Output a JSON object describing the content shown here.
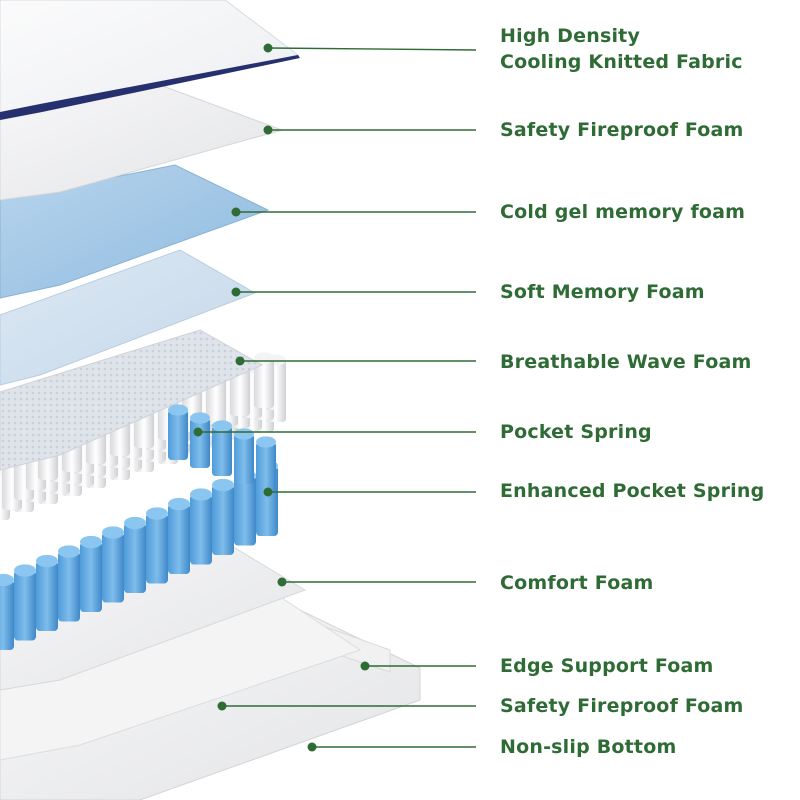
{
  "diagram": {
    "accent_color": "#2f6b35",
    "line_color": "#2f6b35",
    "layers": [
      {
        "id": "fabric",
        "label": [
          "High Density",
          "Cooling Knitted Fabric"
        ]
      },
      {
        "id": "fireproof-top",
        "label": [
          "Safety Fireproof Foam"
        ]
      },
      {
        "id": "gel",
        "label": [
          "Cold gel memory foam"
        ]
      },
      {
        "id": "soft",
        "label": [
          "Soft Memory Foam"
        ]
      },
      {
        "id": "wave",
        "label": [
          "Breathable Wave Foam"
        ]
      },
      {
        "id": "pocket",
        "label": [
          "Pocket Spring"
        ]
      },
      {
        "id": "enhanced",
        "label": [
          "Enhanced Pocket Spring"
        ]
      },
      {
        "id": "comfort",
        "label": [
          "Comfort Foam"
        ]
      },
      {
        "id": "edge",
        "label": [
          "Edge Support Foam"
        ]
      },
      {
        "id": "fireproof-bottom",
        "label": [
          "Safety Fireproof Foam"
        ]
      },
      {
        "id": "nonslip",
        "label": [
          "Non-slip Bottom"
        ]
      }
    ]
  }
}
